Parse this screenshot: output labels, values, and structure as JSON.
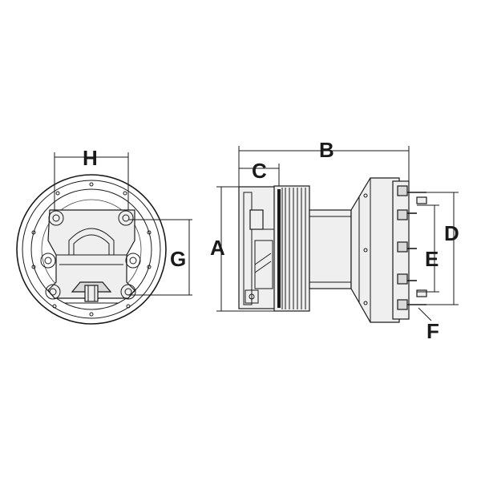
{
  "diagram": {
    "labels": {
      "h": "H",
      "g": "G",
      "a": "A",
      "b": "B",
      "c": "C",
      "d": "D",
      "e": "E",
      "f": "F"
    }
  }
}
